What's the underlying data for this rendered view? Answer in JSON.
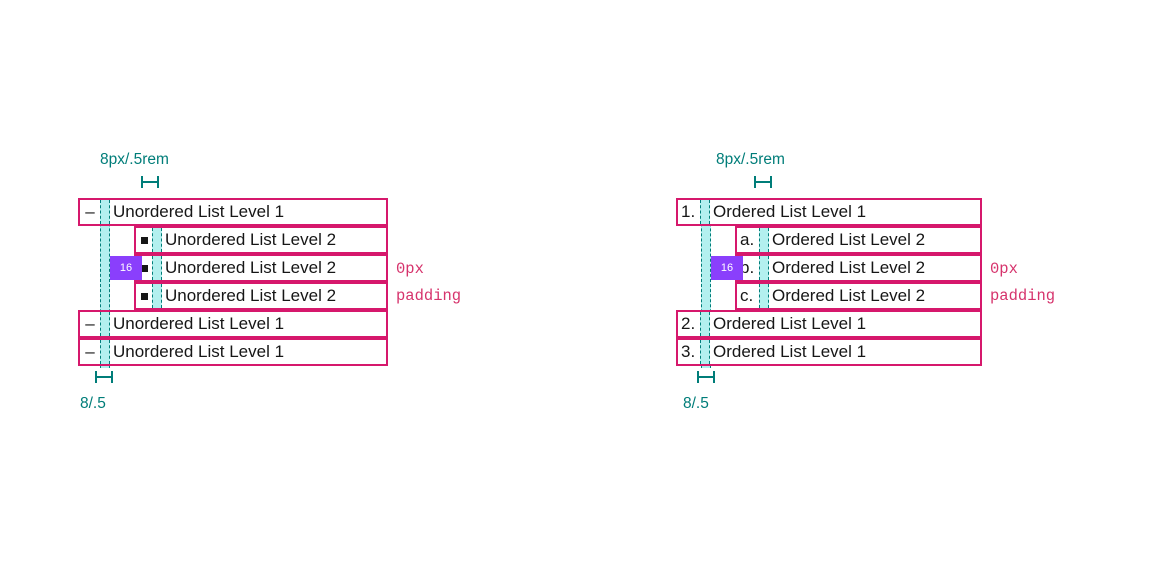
{
  "page": {
    "background": "#ffffff",
    "accent_pink": "#d6186c",
    "accent_teal": "#007d79",
    "accent_cyan_fill": "#b3f0ef",
    "accent_purple": "#8a3ffc",
    "text_color": "#161616"
  },
  "diagrams": [
    {
      "id": "unordered-list",
      "top_label": "8px/.5rem",
      "bottom_label": "8/.5",
      "padding_label_line1": "0px",
      "padding_label_line2": "padding",
      "badge_label": "16",
      "rows": [
        {
          "level": 1,
          "marker": "–",
          "marker_type": "dash",
          "text": "Unordered List Level 1"
        },
        {
          "level": 2,
          "marker": "",
          "marker_type": "square",
          "text": "Unordered List Level 2"
        },
        {
          "level": 2,
          "marker": "",
          "marker_type": "square",
          "text": "Unordered List Level 2"
        },
        {
          "level": 2,
          "marker": "",
          "marker_type": "square",
          "text": "Unordered List Level 2"
        },
        {
          "level": 1,
          "marker": "–",
          "marker_type": "dash",
          "text": "Unordered List Level 1"
        },
        {
          "level": 1,
          "marker": "–",
          "marker_type": "dash",
          "text": "Unordered List Level 1"
        }
      ]
    },
    {
      "id": "ordered-list",
      "top_label": "8px/.5rem",
      "bottom_label": "8/.5",
      "padding_label_line1": "0px",
      "padding_label_line2": "padding",
      "badge_label": "16",
      "rows": [
        {
          "level": 1,
          "marker": "1.",
          "marker_type": "num",
          "text": "Ordered List Level 1"
        },
        {
          "level": 2,
          "marker": "a.",
          "marker_type": "alpha",
          "text": "Ordered List Level 2"
        },
        {
          "level": 2,
          "marker": "b.",
          "marker_type": "alpha",
          "text": "Ordered List Level 2"
        },
        {
          "level": 2,
          "marker": "c.",
          "marker_type": "alpha",
          "text": "Ordered List Level 2"
        },
        {
          "level": 1,
          "marker": "2.",
          "marker_type": "num",
          "text": "Ordered List Level 1"
        },
        {
          "level": 1,
          "marker": "3.",
          "marker_type": "num",
          "text": "Ordered List Level 1"
        }
      ]
    }
  ]
}
